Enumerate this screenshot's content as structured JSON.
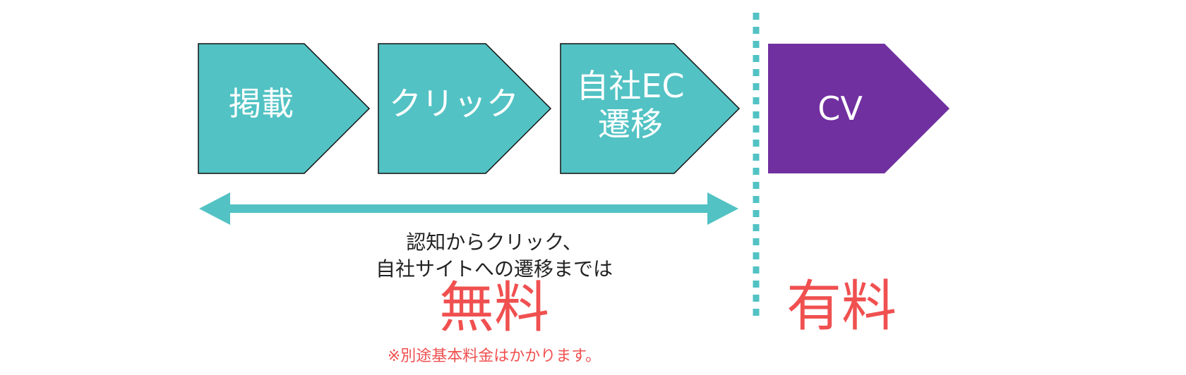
{
  "colors": {
    "step": "#52c2c4",
    "cv": "#7030a0",
    "arrow": "#52c2c4",
    "divider": "#52c2c4",
    "price": "#f05050",
    "text": "#222222"
  },
  "steps": [
    {
      "lines": [
        "掲載"
      ]
    },
    {
      "lines": [
        "クリック"
      ]
    },
    {
      "lines": [
        "自社EC",
        "遷移"
      ]
    },
    {
      "lines": [
        "CV"
      ]
    }
  ],
  "free": {
    "description": [
      "認知からクリック、",
      "自社サイトへの遷移までは"
    ],
    "label": "無料",
    "note": "※別途基本料金はかかります。"
  },
  "paid": {
    "label": "有料"
  }
}
